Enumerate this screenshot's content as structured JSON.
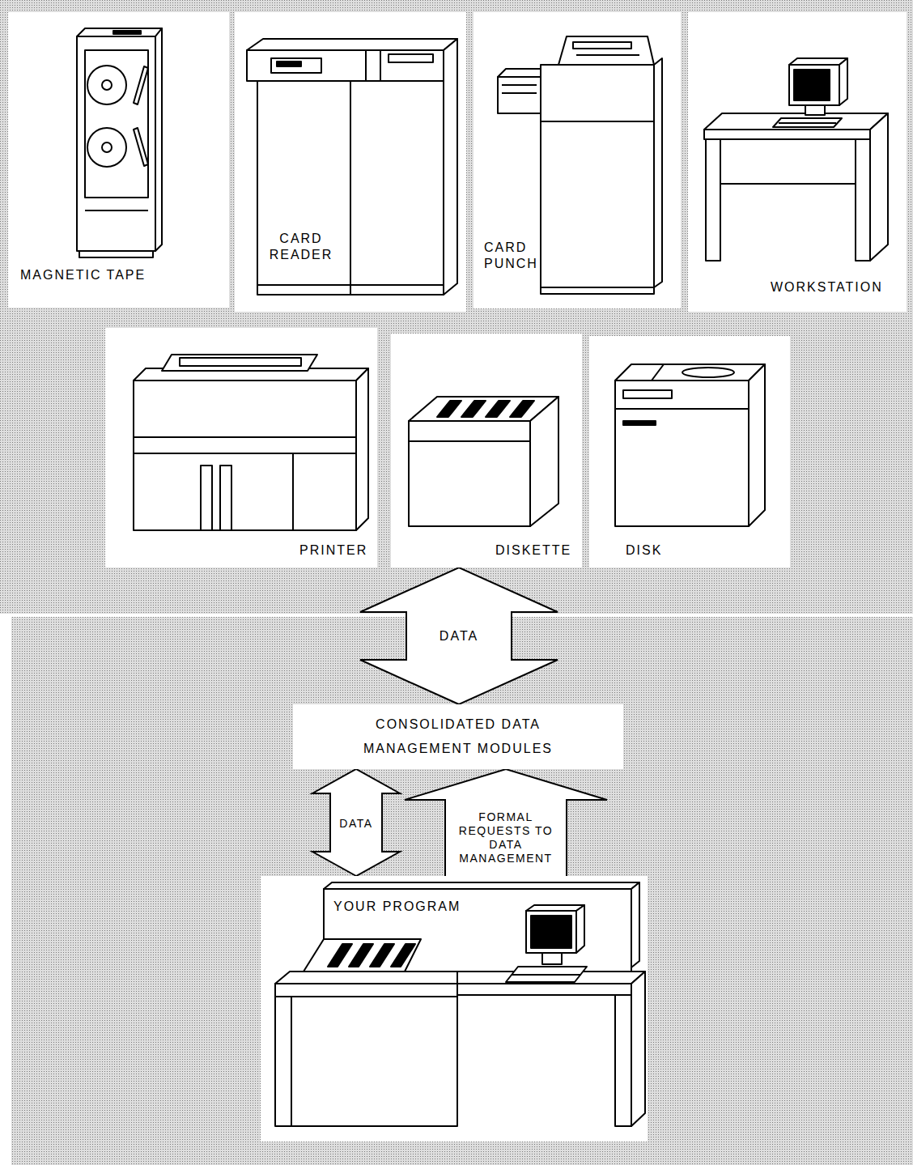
{
  "diagram": {
    "nodes": [
      {
        "text": [
          "MAGNETIC TAPE"
        ]
      },
      {
        "text": [
          "CARD READER"
        ]
      },
      {
        "text": [
          "CARD PUNCH"
        ]
      },
      {
        "text": [
          "WORKSTATION"
        ]
      },
      {
        "text": [
          "PRINTER"
        ]
      },
      {
        "text": [
          "DISKETTE"
        ]
      },
      {
        "text": [
          "DISK"
        ]
      },
      {
        "text": [
          "CONSOLIDATED DATA MANAGEMENT MODULES"
        ]
      },
      {
        "text": [
          "YOUR PROGRAM"
        ]
      }
    ],
    "edges": [
      {
        "from": 5,
        "to": 7,
        "arrow": "both",
        "label": "DATA"
      },
      {
        "from": 7,
        "to": 8,
        "arrow": "both",
        "label": "DATA"
      },
      {
        "from": 8,
        "to": 7,
        "arrow": "to",
        "label": "FORMAL REQUESTS TO DATA MANAGEMENT"
      }
    ]
  }
}
